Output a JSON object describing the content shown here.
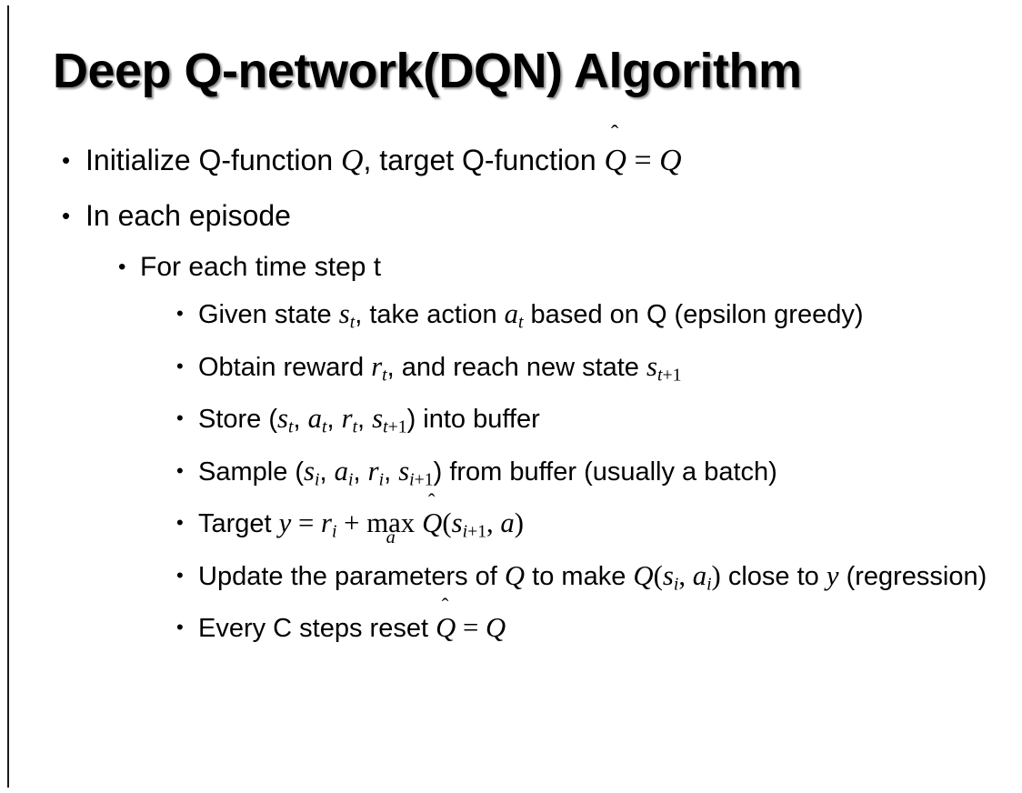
{
  "slide": {
    "background_color": "#ffffff",
    "text_color": "#000000",
    "edge_rule_color": "#1a1a1a",
    "title": "Deep Q-network(DQN) Algorithm",
    "bullet_glyph": "•"
  },
  "content": {
    "items": [
      {
        "level": 1,
        "plain_text": "Initialize Q-function Q, target Q-function Q̂ = Q",
        "segments": [
          {
            "t": "text",
            "v": "Initialize Q-function "
          },
          {
            "t": "mi",
            "v": "Q"
          },
          {
            "t": "text",
            "v": ", target Q-function "
          },
          {
            "t": "hat",
            "v": "Q"
          },
          {
            "t": "mo",
            "v": " = "
          },
          {
            "t": "mi",
            "v": "Q"
          }
        ]
      },
      {
        "level": 1,
        "plain_text": "In each episode",
        "segments": [
          {
            "t": "text",
            "v": "In each episode"
          }
        ]
      },
      {
        "level": 2,
        "plain_text": "For each time step t",
        "segments": [
          {
            "t": "text",
            "v": "For each time step t"
          }
        ]
      },
      {
        "level": 3,
        "plain_text": "Given state s_t, take action a_t based on Q (epsilon greedy)",
        "segments": [
          {
            "t": "text",
            "v": "Given state "
          },
          {
            "t": "mi",
            "v": "s"
          },
          {
            "t": "sub",
            "v": "t"
          },
          {
            "t": "text",
            "v": ", take action "
          },
          {
            "t": "mi",
            "v": "a"
          },
          {
            "t": "sub",
            "v": "t"
          },
          {
            "t": "text",
            "v": " based on Q (epsilon greedy)"
          }
        ]
      },
      {
        "level": 3,
        "plain_text": "Obtain reward r_t, and reach new state s_{t+1}",
        "segments": [
          {
            "t": "text",
            "v": "Obtain reward "
          },
          {
            "t": "mi",
            "v": "r"
          },
          {
            "t": "sub",
            "v": "t"
          },
          {
            "t": "text",
            "v": ", and reach new state "
          },
          {
            "t": "mi",
            "v": "s"
          },
          {
            "t": "sub",
            "v": "t"
          },
          {
            "t": "sub-n",
            "v": "+1"
          }
        ]
      },
      {
        "level": 3,
        "plain_text": "Store (s_t, a_t, r_t, s_{t+1}) into buffer",
        "segments": [
          {
            "t": "text",
            "v": "Store ("
          },
          {
            "t": "mi",
            "v": "s"
          },
          {
            "t": "sub",
            "v": "t"
          },
          {
            "t": "text",
            "v": ", "
          },
          {
            "t": "mi",
            "v": "a"
          },
          {
            "t": "sub",
            "v": "t"
          },
          {
            "t": "text",
            "v": ", "
          },
          {
            "t": "mi",
            "v": "r"
          },
          {
            "t": "sub",
            "v": "t"
          },
          {
            "t": "text",
            "v": ", "
          },
          {
            "t": "mi",
            "v": "s"
          },
          {
            "t": "sub",
            "v": "t"
          },
          {
            "t": "sub-n",
            "v": "+1"
          },
          {
            "t": "text",
            "v": ") into buffer"
          }
        ]
      },
      {
        "level": 3,
        "plain_text": "Sample (s_i, a_i, r_i, s_{i+1}) from buffer (usually a batch)",
        "segments": [
          {
            "t": "text",
            "v": "Sample ("
          },
          {
            "t": "mi",
            "v": "s"
          },
          {
            "t": "sub",
            "v": "i"
          },
          {
            "t": "text",
            "v": ", "
          },
          {
            "t": "mi",
            "v": "a"
          },
          {
            "t": "sub",
            "v": "i"
          },
          {
            "t": "text",
            "v": ", "
          },
          {
            "t": "mi",
            "v": "r"
          },
          {
            "t": "sub",
            "v": "i"
          },
          {
            "t": "text",
            "v": ", "
          },
          {
            "t": "mi",
            "v": "s"
          },
          {
            "t": "sub",
            "v": "i"
          },
          {
            "t": "sub-n",
            "v": "+1"
          },
          {
            "t": "text",
            "v": ") from buffer (usually a batch)"
          }
        ]
      },
      {
        "level": 3,
        "plain_text": "Target y = r_i + max_a Q̂(s_{i+1}, a)",
        "segments": [
          {
            "t": "text",
            "v": "Target "
          },
          {
            "t": "mi",
            "v": "y"
          },
          {
            "t": "mo",
            "v": " = "
          },
          {
            "t": "mi",
            "v": "r"
          },
          {
            "t": "sub",
            "v": "i"
          },
          {
            "t": "mo",
            "v": " + "
          },
          {
            "t": "underset",
            "v": "max",
            "under": "a"
          },
          {
            "t": "text",
            "v": " "
          },
          {
            "t": "hat",
            "v": "Q"
          },
          {
            "t": "mo",
            "v": "("
          },
          {
            "t": "mi",
            "v": "s"
          },
          {
            "t": "sub",
            "v": "i"
          },
          {
            "t": "sub-n",
            "v": "+1"
          },
          {
            "t": "mo",
            "v": ", "
          },
          {
            "t": "mi",
            "v": "a"
          },
          {
            "t": "mo",
            "v": ")"
          }
        ]
      },
      {
        "level": 3,
        "plain_text": "Update the parameters of Q to make Q(s_i, a_i) close to y (regression)",
        "segments": [
          {
            "t": "text",
            "v": "Update the parameters of "
          },
          {
            "t": "mi",
            "v": "Q"
          },
          {
            "t": "text",
            "v": " to make "
          },
          {
            "t": "mi",
            "v": "Q"
          },
          {
            "t": "mo",
            "v": "("
          },
          {
            "t": "mi",
            "v": "s"
          },
          {
            "t": "sub",
            "v": "i"
          },
          {
            "t": "mo",
            "v": ", "
          },
          {
            "t": "mi",
            "v": "a"
          },
          {
            "t": "sub",
            "v": "i"
          },
          {
            "t": "mo",
            "v": ")"
          },
          {
            "t": "text",
            "v": " close to "
          },
          {
            "t": "mi",
            "v": "y"
          },
          {
            "t": "text",
            "v": " (regression)"
          }
        ]
      },
      {
        "level": 3,
        "plain_text": "Every C steps reset Q̂ = Q",
        "segments": [
          {
            "t": "text",
            "v": "Every C steps reset "
          },
          {
            "t": "hat",
            "v": "Q"
          },
          {
            "t": "mo",
            "v": " = "
          },
          {
            "t": "mi",
            "v": "Q"
          }
        ]
      }
    ]
  }
}
